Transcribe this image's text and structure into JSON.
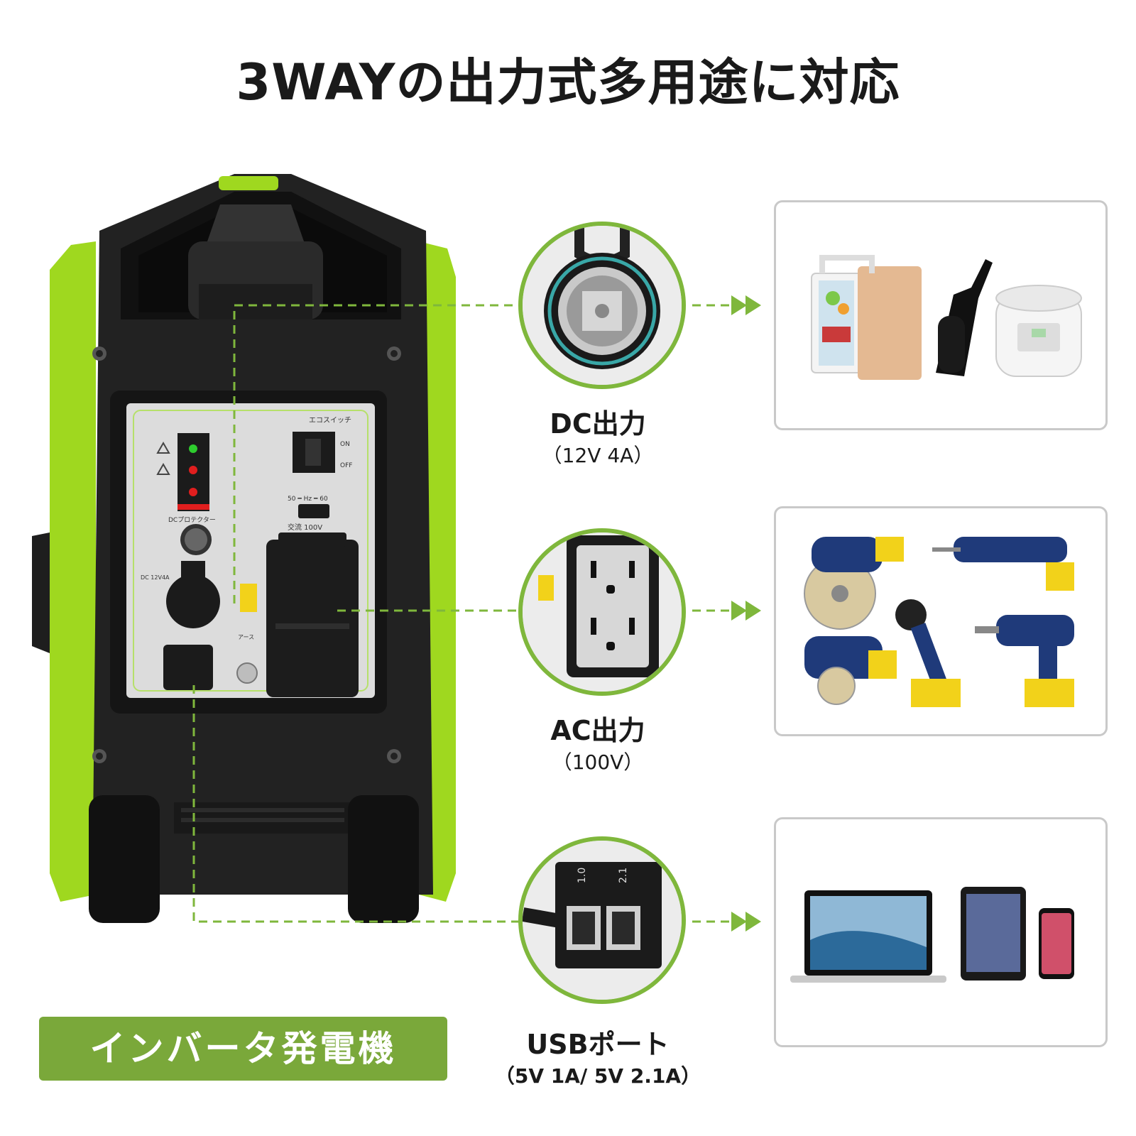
{
  "title": "3WAYの出力式多用途に対応",
  "badge": "インバータ発電機",
  "panel": {
    "eco_switch": "エコスイッチ",
    "on": "ON",
    "off": "OFF",
    "dc_protector": "DCプロテクター",
    "hz": "50 ━ Hz ━ 60",
    "ac100": "交流 100V",
    "dc12v4a": "DC 12V4A",
    "earth": "アース"
  },
  "outputs": [
    {
      "name": "DC出力",
      "spec": "（12V 4A）",
      "devices": [
        "mini-fridge",
        "handheld-vacuum",
        "rice-cooker"
      ]
    },
    {
      "name": "AC出力",
      "spec": "（100V）",
      "devices": [
        "circular-saw",
        "reciprocating-saw",
        "work-light",
        "jigsaw",
        "cordless-drill"
      ]
    },
    {
      "name": "USBポート",
      "spec": "（5V 1A/ 5V 2.1A）",
      "usb_labels": [
        "1.0",
        "2.1"
      ],
      "devices": [
        "laptop",
        "tablet",
        "smartphone"
      ]
    }
  ],
  "colors": {
    "accent": "#7fb73c",
    "badge": "#7aa83a",
    "body": "#1f1f1f",
    "lime": "#9fd81f"
  }
}
